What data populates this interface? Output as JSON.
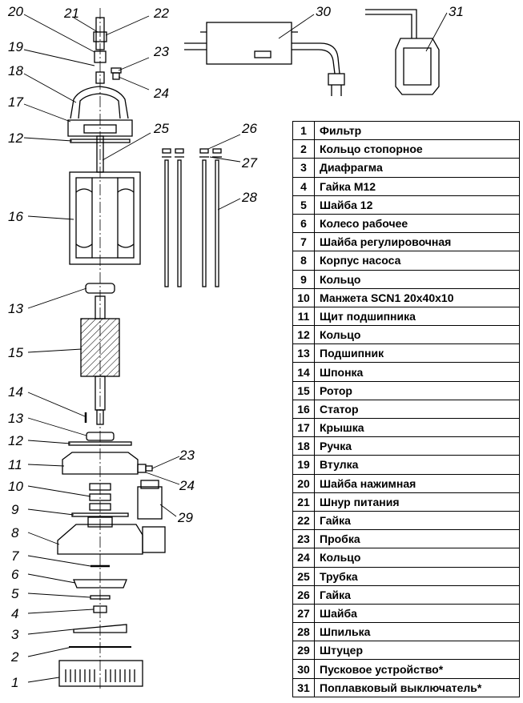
{
  "callouts": {
    "c1": "1",
    "c2": "2",
    "c3": "3",
    "c4": "4",
    "c5": "5",
    "c6": "6",
    "c7": "7",
    "c8": "8",
    "c9": "9",
    "c10": "10",
    "c11": "11",
    "c12a": "12",
    "c12b": "12",
    "c13a": "13",
    "c13b": "13",
    "c14": "14",
    "c15": "15",
    "c16": "16",
    "c17": "17",
    "c18": "18",
    "c19": "19",
    "c20": "20",
    "c21": "21",
    "c22": "22",
    "c23a": "23",
    "c23b": "23",
    "c24a": "24",
    "c24b": "24",
    "c25": "25",
    "c26": "26",
    "c27": "27",
    "c28": "28",
    "c29": "29",
    "c30": "30",
    "c31": "31"
  },
  "parts": [
    {
      "num": "1",
      "name": "Фильтр"
    },
    {
      "num": "2",
      "name": "Кольцо стопорное"
    },
    {
      "num": "3",
      "name": "Диафрагма"
    },
    {
      "num": "4",
      "name": "Гайка М12"
    },
    {
      "num": "5",
      "name": "Шайба 12"
    },
    {
      "num": "6",
      "name": "Колесо рабочее"
    },
    {
      "num": "7",
      "name": "Шайба регулировочная"
    },
    {
      "num": "8",
      "name": "Корпус насоса"
    },
    {
      "num": "9",
      "name": "Кольцо"
    },
    {
      "num": "10",
      "name": "Манжета SCN1 20x40x10"
    },
    {
      "num": "11",
      "name": "Щит подшипника"
    },
    {
      "num": "12",
      "name": "Кольцо"
    },
    {
      "num": "13",
      "name": "Подшипник"
    },
    {
      "num": "14",
      "name": "Шпонка"
    },
    {
      "num": "15",
      "name": "Ротор"
    },
    {
      "num": "16",
      "name": "Статор"
    },
    {
      "num": "17",
      "name": "Крышка"
    },
    {
      "num": "18",
      "name": "Ручка"
    },
    {
      "num": "19",
      "name": "Втулка"
    },
    {
      "num": "20",
      "name": "Шайба нажимная"
    },
    {
      "num": "21",
      "name": "Шнур питания"
    },
    {
      "num": "22",
      "name": "Гайка"
    },
    {
      "num": "23",
      "name": "Пробка"
    },
    {
      "num": "24",
      "name": "Кольцо"
    },
    {
      "num": "25",
      "name": "Трубка"
    },
    {
      "num": "26",
      "name": "Гайка"
    },
    {
      "num": "27",
      "name": "Шайба"
    },
    {
      "num": "28",
      "name": "Шпилька"
    },
    {
      "num": "29",
      "name": "Штуцер"
    },
    {
      "num": "30",
      "name": "Пусковое устройство*"
    },
    {
      "num": "31",
      "name": "Поплавковый выключатель*"
    }
  ]
}
